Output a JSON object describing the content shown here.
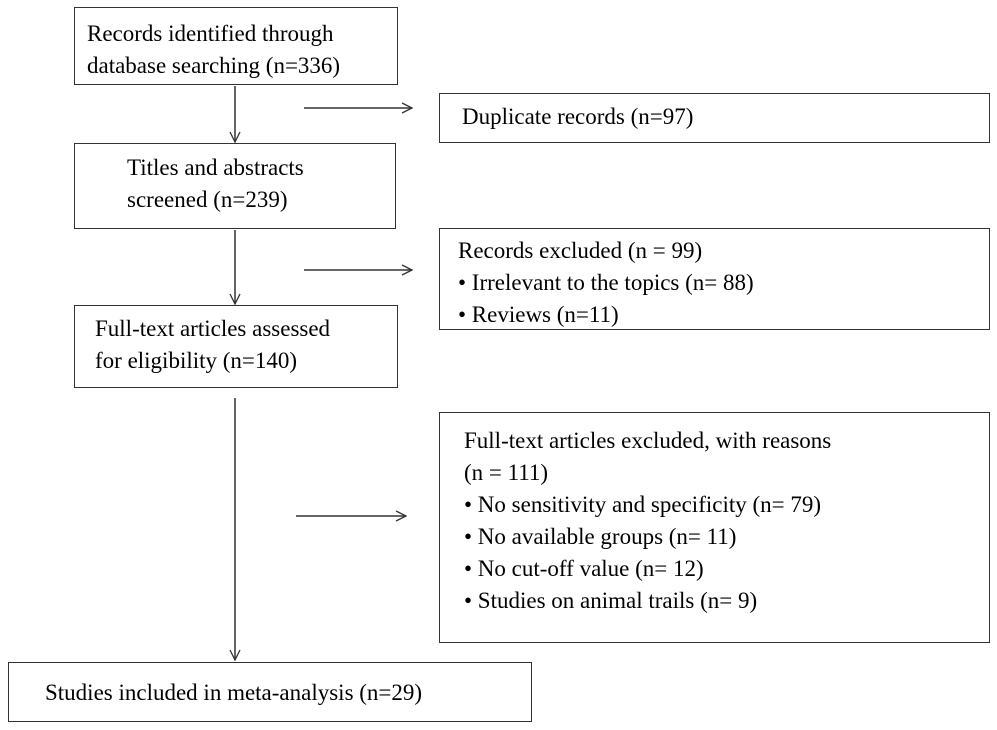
{
  "flow": {
    "identified": {
      "lines": [
        "Records identified through",
        "database searching (n=336)"
      ]
    },
    "screened": {
      "lines": [
        "Titles and abstracts",
        "screened (n=239)"
      ]
    },
    "eligibility": {
      "lines": [
        "Full-text articles assessed",
        "for eligibility  (n=140)"
      ]
    },
    "included": {
      "lines": [
        "Studies included in meta-analysis (n=29)"
      ]
    }
  },
  "exclusions": {
    "duplicates": {
      "lines": [
        "Duplicate records (n=97)"
      ]
    },
    "records_excluded": {
      "lines": [
        "Records excluded (n = 99)",
        "• Irrelevant to the topics (n= 88)",
        "• Reviews (n=11)"
      ]
    },
    "fulltext_excluded": {
      "lines": [
        "Full-text articles excluded, with reasons",
        "(n = 111)",
        "• No sensitivity and specificity (n= 79)",
        "• No available groups (n= 11)",
        "• No cut-off value (n= 12)",
        "• Studies on animal trails (n= 9)"
      ]
    }
  },
  "colors": {
    "border": "#333333",
    "text": "#000000",
    "background": "#ffffff"
  }
}
